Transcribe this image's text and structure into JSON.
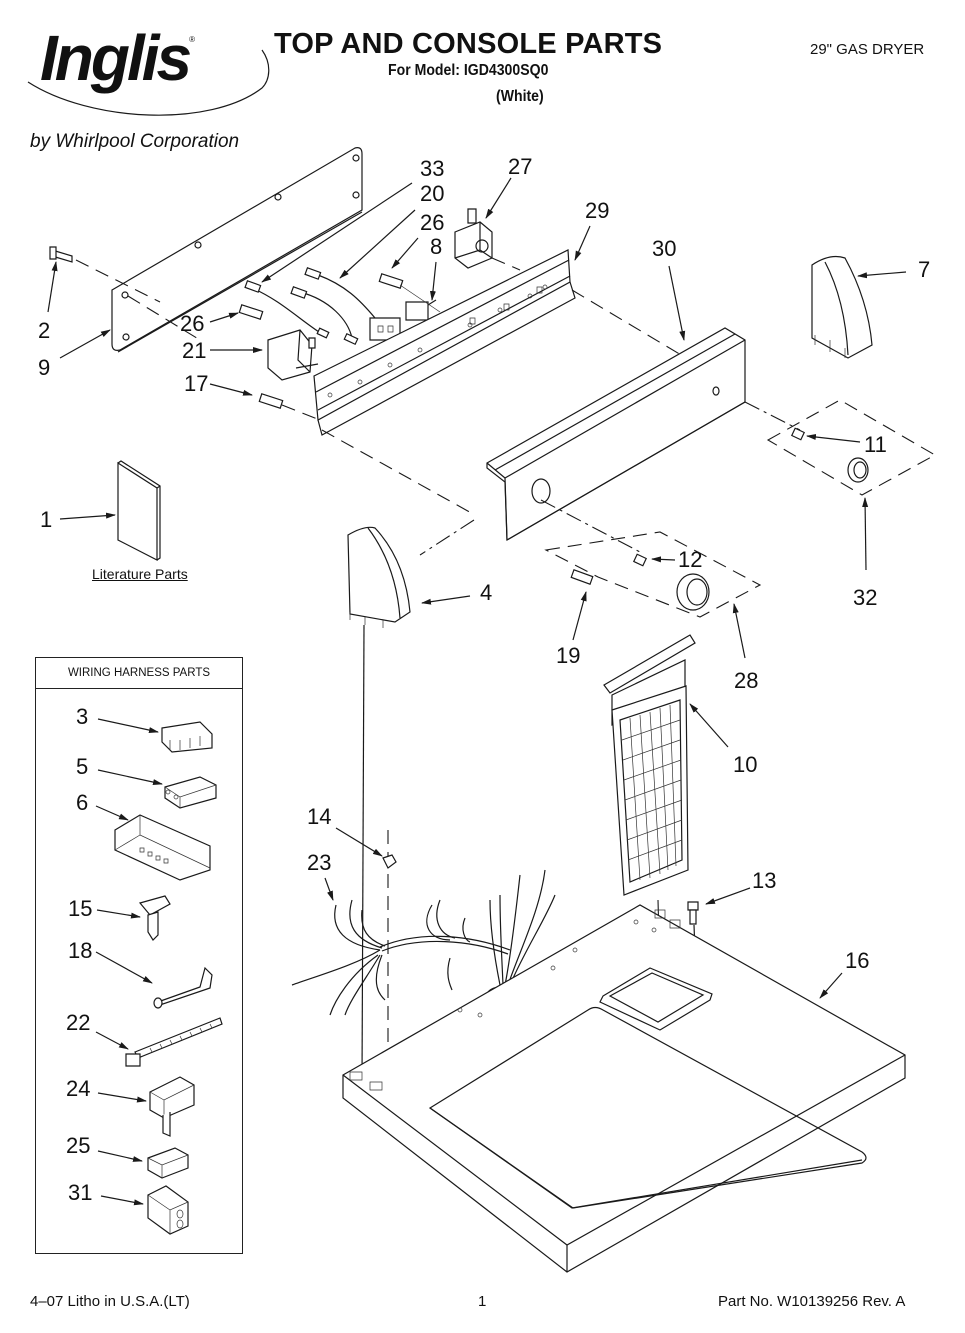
{
  "header": {
    "brand": "Inglis",
    "brand_mark": "®",
    "byline": "by Whirlpool Corporation",
    "title": "TOP AND CONSOLE PARTS",
    "model_line": "For Model: IGD4300SQ0",
    "color_line": "(White)",
    "product": "29\" GAS DRYER"
  },
  "literature": {
    "callout": "1",
    "label": "Literature Parts"
  },
  "wiring_harness": {
    "heading": "WIRING HARNESS PARTS",
    "items": [
      {
        "callout": "3",
        "part": "connector-3"
      },
      {
        "callout": "5",
        "part": "connector-5"
      },
      {
        "callout": "6",
        "part": "connector-6"
      },
      {
        "callout": "15",
        "part": "clip-15"
      },
      {
        "callout": "18",
        "part": "terminal-18"
      },
      {
        "callout": "22",
        "part": "cable-tie-22"
      },
      {
        "callout": "24",
        "part": "connector-24"
      },
      {
        "callout": "25",
        "part": "connector-25"
      },
      {
        "callout": "31",
        "part": "connector-31"
      }
    ]
  },
  "callouts": {
    "c2": "2",
    "c9": "9",
    "c26a": "26",
    "c21": "21",
    "c17": "17",
    "c33": "33",
    "c20": "20",
    "c26b": "26",
    "c8": "8",
    "c27": "27",
    "c29": "29",
    "c30": "30",
    "c7": "7",
    "c11": "11",
    "c32": "32",
    "c12": "12",
    "c19": "19",
    "c28": "28",
    "c4": "4",
    "c10": "10",
    "c14": "14",
    "c23": "23",
    "c13": "13",
    "c16": "16"
  },
  "footer": {
    "print_info": "4–07 Litho in U.S.A.(LT)",
    "page_number": "1",
    "part_number": "Part No. W10139256 Rev. A"
  }
}
